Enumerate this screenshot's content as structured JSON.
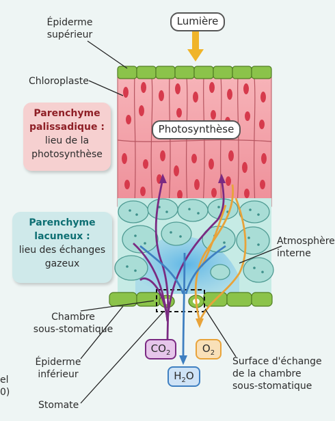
{
  "labels": {
    "lumiere": "Lumière",
    "epiderme_sup_1": "Épiderme",
    "epiderme_sup_2": "supérieur",
    "chloroplaste": "Chloroplaste",
    "photosynthese": "Photosynthèse",
    "atmosphere_1": "Atmosphère",
    "atmosphere_2": "interne",
    "chambre_1": "Chambre",
    "chambre_2": "sous-stomatique",
    "epiderme_inf_1": "Épiderme",
    "epiderme_inf_2": "inférieur",
    "stomate": "Stomate",
    "surface_1": "Surface d'échange",
    "surface_2": "de la chambre",
    "surface_3": "sous-stomatique",
    "edge_1": "el",
    "edge_2": "0)"
  },
  "boxes": {
    "palissadique": {
      "title_1": "Parenchyme",
      "title_2": "palissadique :",
      "sub_1": "lieu de la",
      "sub_2": "photosynthèse"
    },
    "lacuneux": {
      "title_1": "Parenchyme",
      "title_2": "lacuneux :",
      "sub_1": "lieu des échanges",
      "sub_2": "gazeux"
    }
  },
  "gases": {
    "co2_main": "CO",
    "co2_sub": "2",
    "o2_main": "O",
    "o2_sub": "2",
    "h2o_main": "H",
    "h2o_sub": "2",
    "h2o_tail": "O"
  },
  "colors": {
    "co2": "#7a2a82",
    "o2": "#e8a33a",
    "h2o": "#3e7fc1",
    "palisade": "#f29aa3",
    "spongy": "#a9ddd6",
    "epidermis": "#8bc34a"
  }
}
